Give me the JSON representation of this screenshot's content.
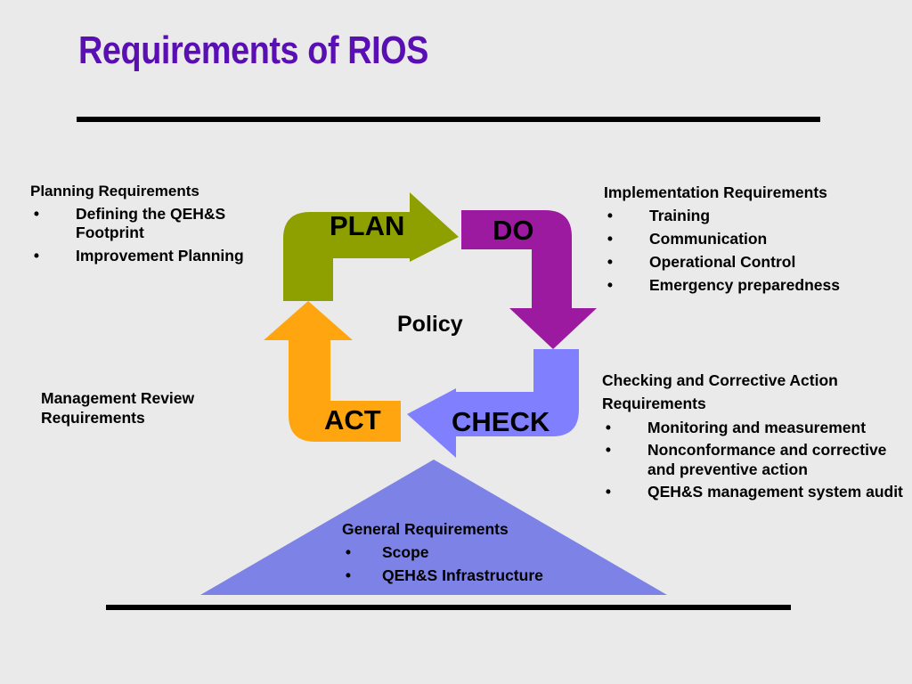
{
  "title": "Requirements of RIOS",
  "cycle": {
    "plan": "PLAN",
    "do": "DO",
    "check": "CHECK",
    "act": "ACT",
    "center": "Policy"
  },
  "planning": {
    "heading": "Planning Requirements",
    "items": [
      "Defining the QEH&S Footprint",
      "Improvement Planning"
    ]
  },
  "implementation": {
    "heading": "Implementation Requirements",
    "items": [
      "Training",
      "Communication",
      "Operational Control",
      "Emergency preparedness"
    ]
  },
  "management_review": {
    "heading": "Management Review Requirements"
  },
  "checking": {
    "heading": "Checking and Corrective Action Requirements",
    "items": [
      "Monitoring and measurement",
      "Nonconformance and corrective and preventive action",
      "QEH&S management system audit"
    ]
  },
  "general": {
    "heading": "General Requirements",
    "items": [
      "Scope",
      "QEH&S Infrastructure"
    ]
  },
  "bullet": "•",
  "colors": {
    "title": "#5a0fb4",
    "plan": "#8ea000",
    "do": "#9b1aa0",
    "check": "#8080ff",
    "act": "#ffa50f",
    "triangle": "#7d82e6"
  }
}
